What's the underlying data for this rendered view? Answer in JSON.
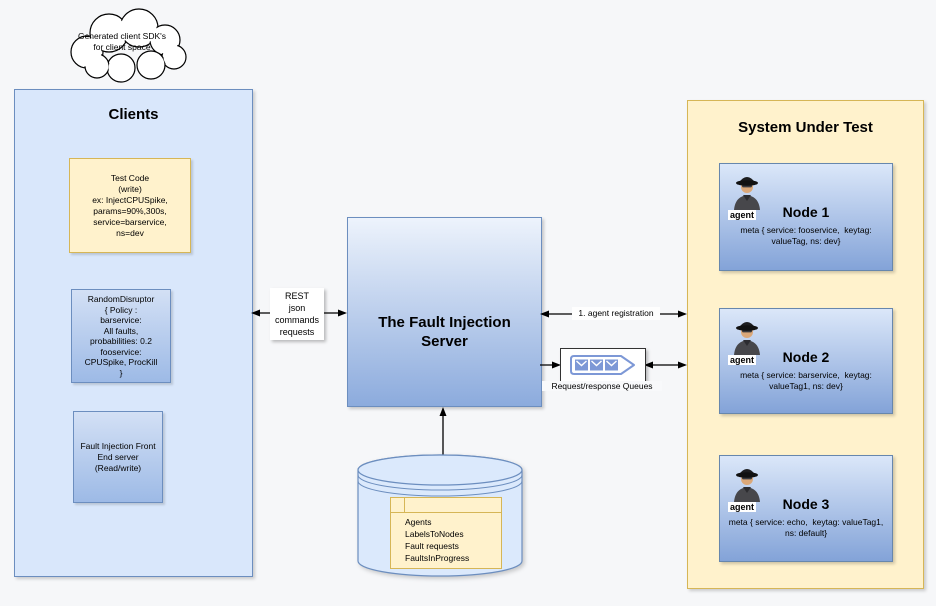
{
  "cloud": {
    "line1": "Generated client SDK's",
    "line2": "for client space"
  },
  "clients_panel": {
    "title": "Clients",
    "test_code_box": {
      "lines": [
        "Test Code",
        "(write)",
        "ex: InjectCPUSpike,",
        "params=90%,300s,",
        "service=barservice,",
        "ns=dev"
      ]
    },
    "random_disruptor_box": {
      "lines": [
        "RandomDisruptor",
        "{ Policy :",
        "barservice:",
        "All faults,",
        "probabilities: 0.2",
        "fooservice:",
        "CPUSpike, ProcKill",
        "}"
      ]
    },
    "front_end_box": {
      "lines": [
        "Fault Injection Front",
        "End server",
        "(Read/write)"
      ]
    }
  },
  "rest_label": {
    "lines": [
      "REST",
      "json",
      "commands",
      "requests"
    ]
  },
  "server": {
    "title_line1": "The Fault Injection",
    "title_line2": "Server"
  },
  "database": {
    "icon": "database-cylinder-icon",
    "table_items": [
      "Agents",
      "LabelsToNodes",
      "Fault requests",
      "FaultsInProgress"
    ]
  },
  "queues": {
    "icon": "message-queue-envelopes-icon",
    "caption": "Request/response Queues"
  },
  "agent_registration_label": "1. agent registration",
  "sut_panel": {
    "title": "System Under Test",
    "nodes": [
      {
        "agent_label": "agent",
        "name": "Node 1",
        "meta_line1": "meta { service: fooservice,  keytag:",
        "meta_line2": "valueTag, ns: dev}"
      },
      {
        "agent_label": "agent",
        "name": "Node 2",
        "meta_line1": "meta { service: barservice,  keytag:",
        "meta_line2": "valueTag1, ns: dev}"
      },
      {
        "agent_label": "agent",
        "name": "Node 3",
        "meta_line1": "meta { service: echo,  keytag: valueTag1,",
        "meta_line2": "ns: default}"
      }
    ]
  },
  "icons": {
    "agent": "spy-agent-icon"
  },
  "colors": {
    "blue_fill": "#dae8fc",
    "blue_stroke": "#6c8ebf",
    "yellow_fill": "#fff2cc",
    "yellow_stroke": "#d6b656",
    "gradient_blue": "#7ea6e0",
    "queue_icon_blue": "#7d98d6",
    "arrow": "#000000"
  }
}
